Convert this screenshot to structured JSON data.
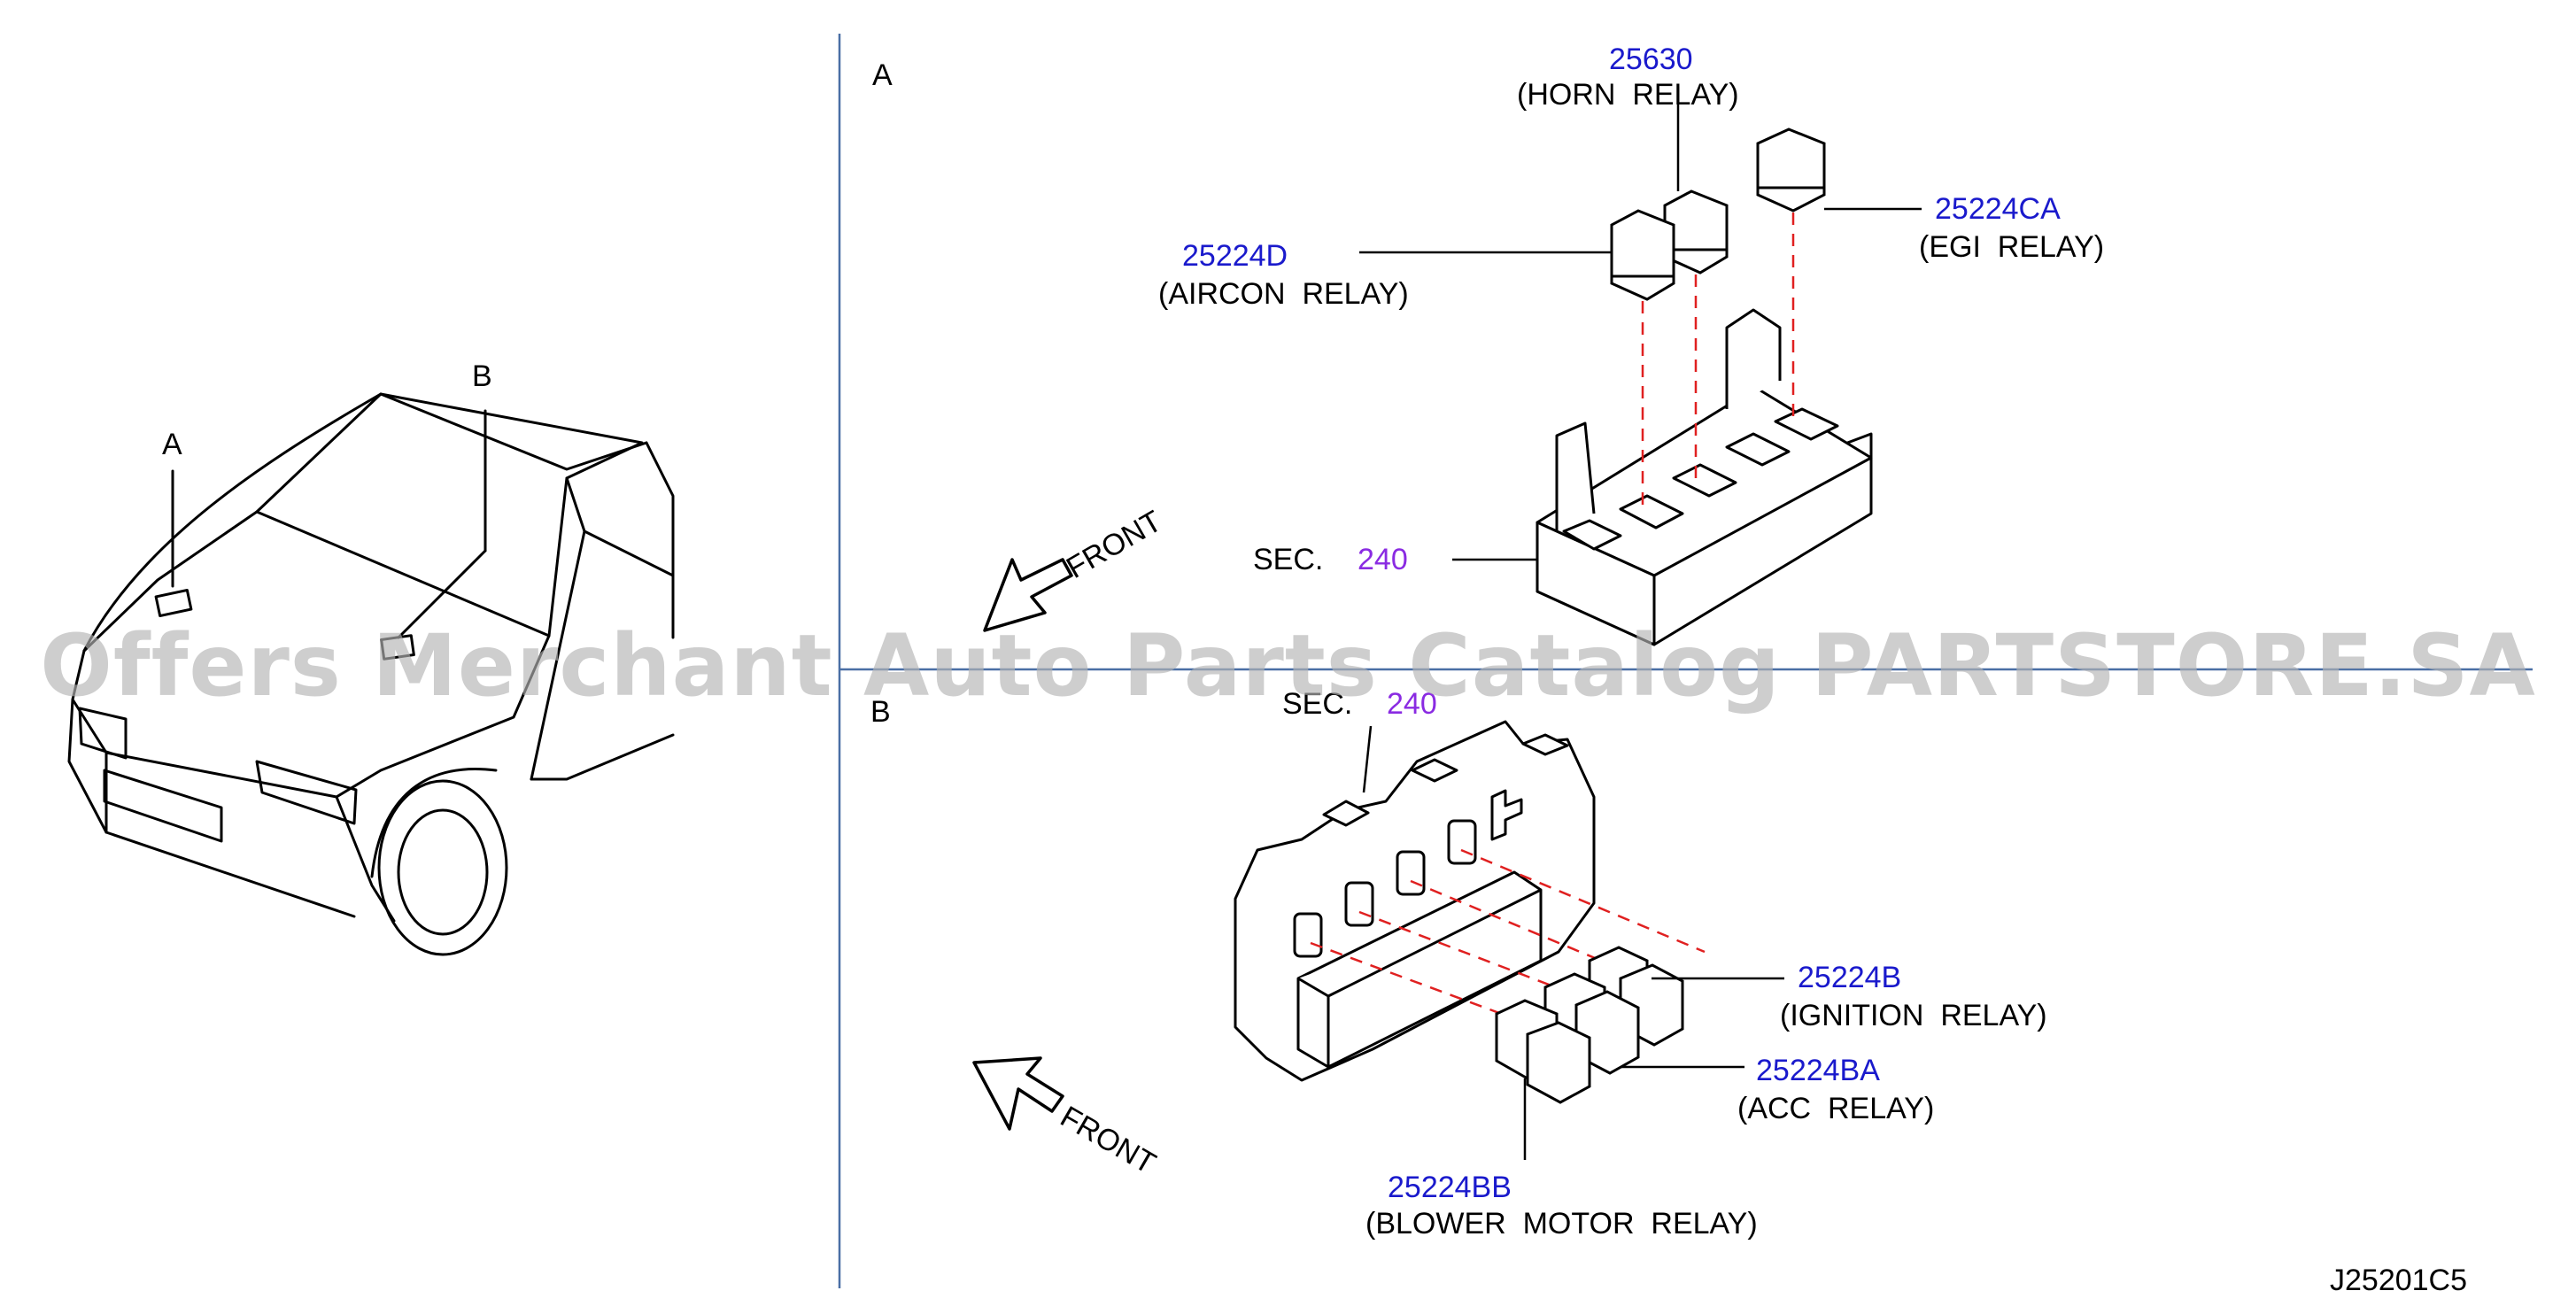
{
  "callouts": {
    "a_small": "A",
    "b_small": "B",
    "a_panel": "A",
    "b_panel": "B"
  },
  "parts": {
    "horn": {
      "number": "25630",
      "name": "(HORN  RELAY)"
    },
    "aircon": {
      "number": "25224D",
      "name": "(AIRCON  RELAY)"
    },
    "egi": {
      "number": "25224CA",
      "name": "(EGI  RELAY)"
    },
    "ignition": {
      "number": "25224B",
      "name": "(IGNITION  RELAY)"
    },
    "acc": {
      "number": "25224BA",
      "name": "(ACC  RELAY)"
    },
    "blower": {
      "number": "25224BB",
      "name": "(BLOWER  MOTOR  RELAY)"
    }
  },
  "sections": {
    "upper": {
      "label": "SEC.",
      "number": "240"
    },
    "lower": {
      "label": "SEC.",
      "number": "240"
    }
  },
  "front_labels": {
    "upper": "FRONT",
    "lower": "FRONT"
  },
  "diagram_code": "J25201C5",
  "watermark": "Offers Merchant Auto Parts Catalog PARTSTORE.SA",
  "colors": {
    "part_number": "#1a1acc",
    "section_number": "#8a2be2",
    "lines": "#000000",
    "dashed": "#e02020",
    "divider": "#4a6fa5"
  }
}
